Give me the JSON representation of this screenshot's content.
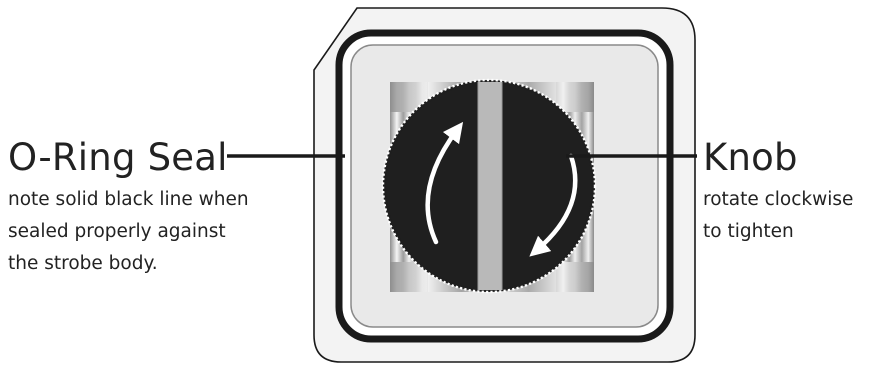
{
  "oring": {
    "title": "O-Ring Seal",
    "note_lines": [
      "note solid black line when",
      "sealed properly against",
      "the strobe body."
    ]
  },
  "knob": {
    "title": "Knob",
    "note_lines": [
      "rotate clockwise",
      "to tighten"
    ]
  },
  "colors": {
    "outline": "#1a1a1a",
    "body_fill": "#f2f2f2",
    "inner_fill": "#e9e9e9",
    "knob_fill": "#1f1f1f",
    "knob_stripe": "#b9b9b9",
    "arrow": "#ffffff"
  }
}
